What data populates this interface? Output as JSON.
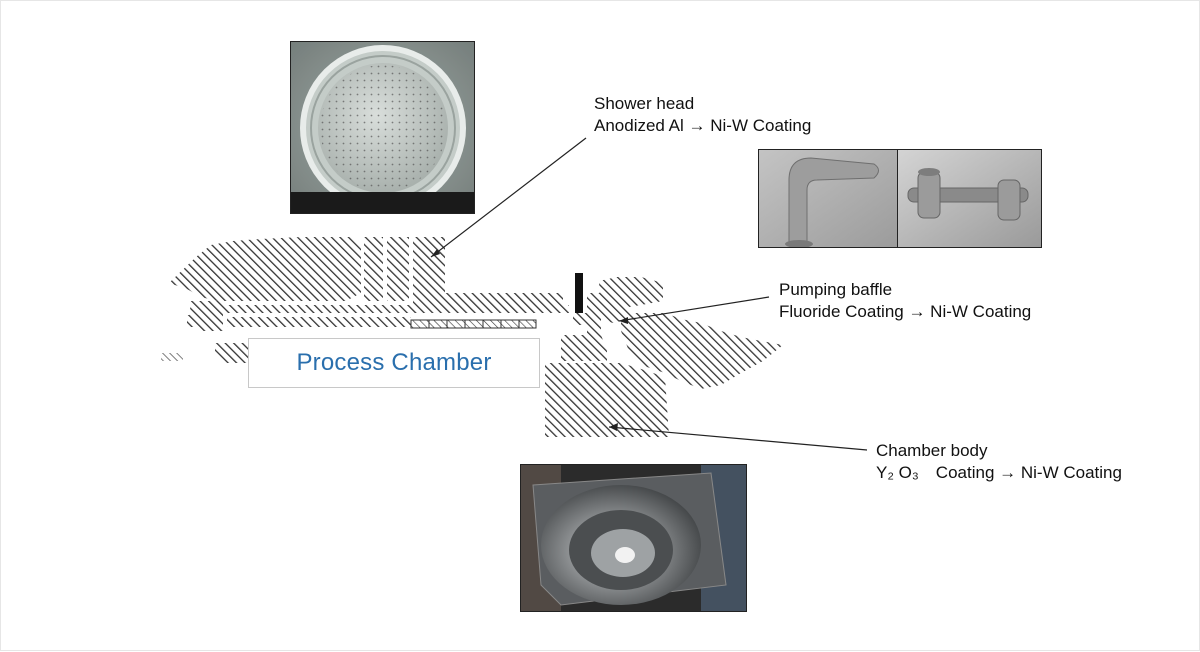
{
  "diagram": {
    "center_label": "Process Chamber",
    "components": [
      {
        "id": "shower-head",
        "name": "Shower head",
        "coating": "Anodized Al → Ni-W Coating"
      },
      {
        "id": "pumping-baffle",
        "name": "Pumping baffle",
        "coating": "Fluoride Coating → Ni-W Coating"
      },
      {
        "id": "chamber-body",
        "name": "Chamber body",
        "coating": "Y₂ O₃ Coating → Ni-W Coating"
      }
    ],
    "colors": {
      "hatch": "#333333",
      "center_label": "#2a6fad",
      "leader_line": "#222222"
    }
  }
}
